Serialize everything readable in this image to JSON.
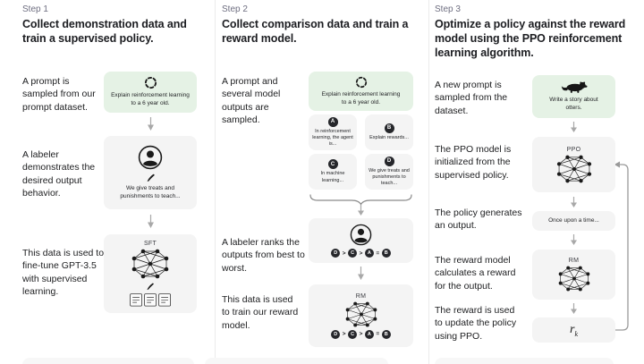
{
  "colors": {
    "prompt_box_green": "#e5f2e5",
    "panel_gray": "#f4f4f4",
    "text_dark": "#202123",
    "muted_label": "#6e6e80",
    "arrow_gray": "#a8a8a8",
    "badge_dark": "#26272b"
  },
  "step1": {
    "label": "Step 1",
    "title": "Collect demonstration data and train a supervised policy.",
    "prompt_text": "A prompt is sampled from our prompt dataset.",
    "prompt_box_caption": "Explain reinforcement learning to a 6 year old.",
    "labeler_text": "A labeler demonstrates the desired output behavior.",
    "labeler_box_caption": "We give treats and punishments to teach...",
    "sft_text": "This data is used to fine-tune GPT-3.5 with supervised learning.",
    "sft_box_label": "SFT"
  },
  "step2": {
    "label": "Step 2",
    "title": "Collect comparison data and train a reward model.",
    "prompt_text": "A prompt and several model outputs are sampled.",
    "prompt_box_caption": "Explain reinforcement learning to a 6 year old.",
    "outputs": [
      {
        "id": "A",
        "text": "In reinforcement learning, the agent is..."
      },
      {
        "id": "B",
        "text": "Explain rewards..."
      },
      {
        "id": "C",
        "text": "In machine learning..."
      },
      {
        "id": "D",
        "text": "We give treats and punishments to teach..."
      }
    ],
    "rank_text": "A labeler ranks the outputs from best to worst.",
    "ranking": {
      "r0": "D",
      "s0": ">",
      "r1": "C",
      "s1": ">",
      "r2": "A",
      "s2": "=",
      "r3": "B"
    },
    "train_text": "This data is used to train our reward model.",
    "rm_box_label": "RM"
  },
  "step3": {
    "label": "Step 3",
    "title": "Optimize a policy against the reward model using the PPO reinforcement learning algorithm.",
    "prompt_text": "A new prompt is sampled from the dataset.",
    "prompt_box_caption": "Write a story about otters.",
    "ppo_text": "The PPO model is initialized from the supervised policy.",
    "ppo_box_label": "PPO",
    "output_text": "The policy generates an output.",
    "output_box_caption": "Once upon a time...",
    "rm_text": "The reward model calculates a reward for the output.",
    "rm_box_label": "RM",
    "reward_text": "The reward is used to update the policy using PPO.",
    "reward_symbol": "r",
    "reward_symbol_sub": "k"
  }
}
